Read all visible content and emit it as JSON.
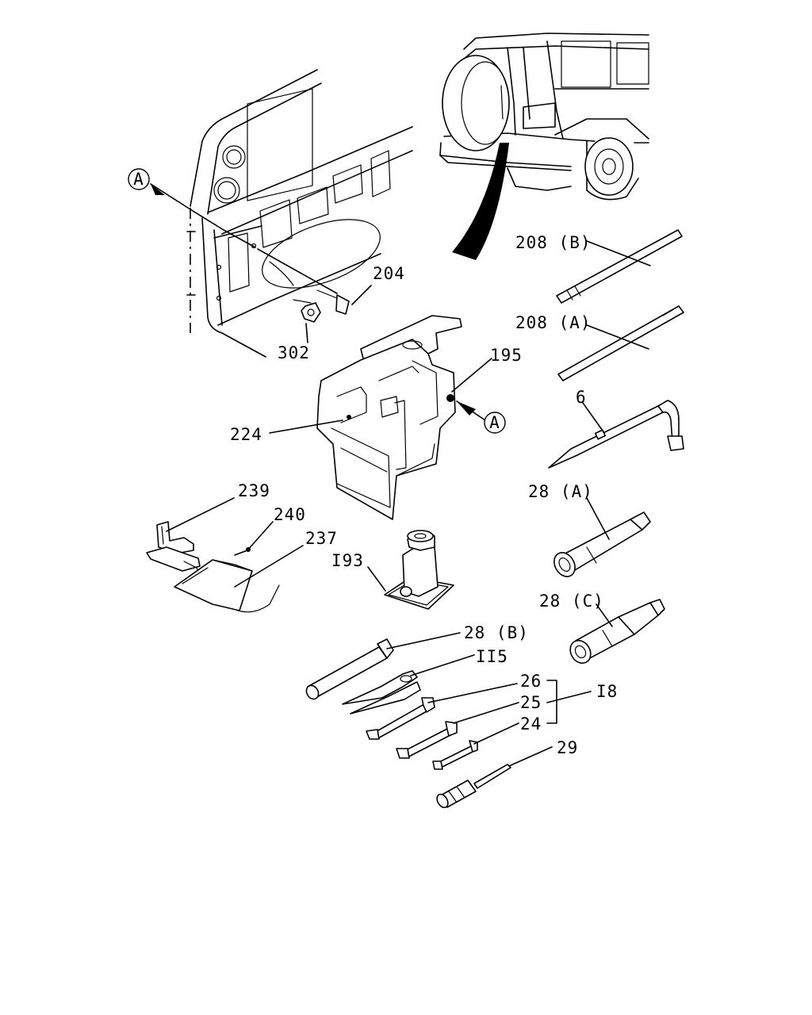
{
  "callouts": {
    "ref_a_left": "A",
    "ref_a_right": "A",
    "p208b": "208 (B)",
    "p208a": "208 (A)",
    "p204": "204",
    "p302": "302",
    "p195": "195",
    "p224": "224",
    "p6": "6",
    "p28a": "28 (A)",
    "p239": "239",
    "p240": "240",
    "p237": "237",
    "p193": "I93",
    "p28c": "28 (C)",
    "p28b": "28 (B)",
    "p115": "II5",
    "p26": "26",
    "p25": "25",
    "p24": "24",
    "p18": "I8",
    "p29": "29"
  }
}
